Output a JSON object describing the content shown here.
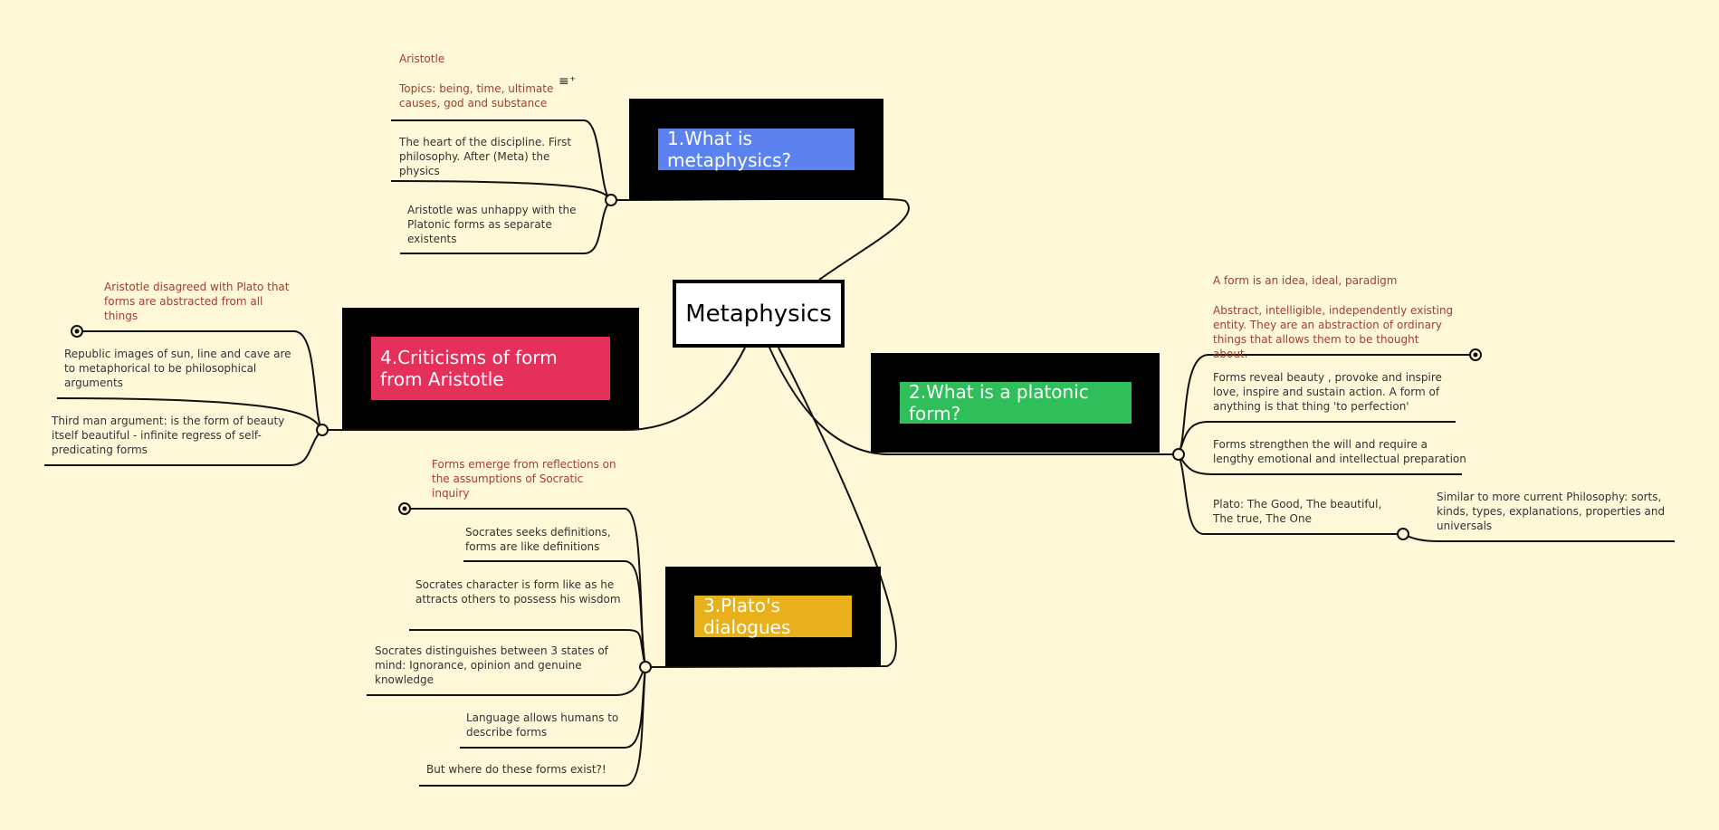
{
  "root": {
    "label": "Metaphysics"
  },
  "topics": {
    "t1": {
      "label": "1.What is metaphysics?",
      "color": "#5b82ee",
      "note": [
        "Aristotle",
        "Topics: being, time, ultimate causes, god and substance"
      ],
      "children": [
        "The heart of the discipline. First philosophy. After (Meta) the physics",
        "Aristotle was unhappy with the Platonic forms as separate existents"
      ]
    },
    "t2": {
      "label": "2.What is a platonic form?",
      "color": "#2fbe5a",
      "note": [
        "A form is an idea, ideal, paradigm",
        "Abstract, intelligible, independently existing entity. They are an abstraction of ordinary things that allows them to be thought about."
      ],
      "children": [
        "Forms reveal beauty , provoke and inspire love, inspire and sustain action. A form of anything is that thing 'to perfection'",
        "Forms strengthen the will and require a lengthy emotional and intellectual preparation",
        "Plato: The Good, The beautiful, The true, The One"
      ],
      "subchild": "Similar to more current Philosophy: sorts, kinds, types, explanations, properties and universals"
    },
    "t3": {
      "label": "3.Plato's dialogues",
      "color": "#e8b01a",
      "note": "Forms emerge from reflections on the assumptions of Socratic inquiry",
      "children": [
        "Socrates seeks definitions, forms are like definitions",
        "Socrates character is form like as he attracts others to possess his wisdom",
        "Socrates distinguishes between 3 states of mind: Ignorance, opinion and genuine knowledge",
        "Language allows humans to describe forms",
        "But where do these forms exist?!"
      ]
    },
    "t4": {
      "label": "4.Criticisms of form from Aristotle",
      "color": "#e5305b",
      "note": "Aristotle disagreed with Plato that forms are abstracted from all things",
      "children": [
        "Republic images of sun, line and cave are to metaphorical to be philosophical arguments",
        "Third man argument: is the form of beauty itself beautiful - infinite regress of self-predicating forms"
      ]
    }
  },
  "icons": {
    "note": "note-add-icon"
  }
}
